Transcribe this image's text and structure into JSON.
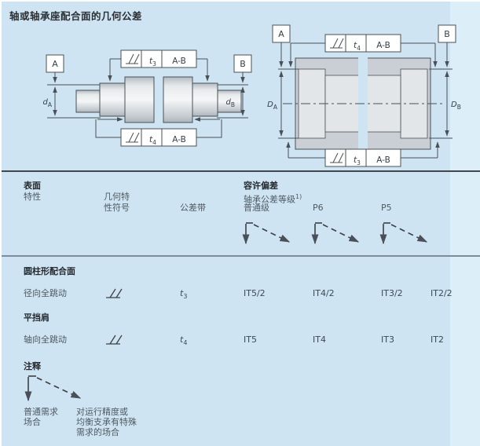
{
  "page": {
    "title": "轴或轴承座配合面的几何公差"
  },
  "colors": {
    "background": "#cfe4f2",
    "separator_dark": "#41474c",
    "separator_gray": "#7d8d97",
    "drawing_line": "#495057"
  },
  "diagram_shaft": {
    "datum_left": "A",
    "datum_right": "B",
    "dim_left_base": "d",
    "dim_left_sub": "A",
    "dim_right_base": "d",
    "dim_right_sub": "B",
    "frame_top_symbol": "total-runout-icon",
    "frame_top_tol_base": "t",
    "frame_top_tol_sub": "3",
    "frame_top_datums": "A-B",
    "frame_bottom_symbol": "total-runout-icon",
    "frame_bottom_tol_base": "t",
    "frame_bottom_tol_sub": "4",
    "frame_bottom_datums": "A-B"
  },
  "diagram_housing": {
    "datum_left": "A",
    "datum_right": "B",
    "dim_left_base": "D",
    "dim_left_sub": "A",
    "dim_right_base": "D",
    "dim_right_sub": "B",
    "frame_top_symbol": "total-runout-icon",
    "frame_top_tol_base": "t",
    "frame_top_tol_sub": "4",
    "frame_top_datums": "A-B",
    "frame_bottom_symbol": "total-runout-icon",
    "frame_bottom_tol_base": "t",
    "frame_bottom_tol_sub": "3",
    "frame_bottom_datums": "A-B"
  },
  "table": {
    "header": {
      "surface_line1": "表面",
      "surface_line2": "特性",
      "symbol_line1": "几何特",
      "symbol_line2": "性符号",
      "tolerance_zone": "公差带",
      "deviation_title": "容许偏差",
      "deviation_sub": "轴承公差等级",
      "deviation_sup": "1)",
      "class_normal": "普通级",
      "class_p6": "P6",
      "class_p5": "P5"
    },
    "group1": {
      "title": "圆柱形配合面",
      "label": "径向全跳动",
      "symbol": "total-runout-icon",
      "tol_base": "t",
      "tol_sub": "3",
      "v1": "IT5/2",
      "v2": "IT4/2",
      "v3": "IT3/2",
      "v4": "IT2/2"
    },
    "group2": {
      "title": "平挡肩",
      "label": "轴向全跳动",
      "symbol": "total-runout-icon",
      "tol_base": "t",
      "tol_sub": "4",
      "v1": "IT5",
      "v2": "IT4",
      "v3": "IT3",
      "v4": "IT2"
    }
  },
  "notes": {
    "title": "注释",
    "normal_line1": "普通需求",
    "normal_line2": "场合",
    "special_line1": "对运行精度或",
    "special_line2": "均衡支承有特殊",
    "special_line3": "需求的场合"
  }
}
